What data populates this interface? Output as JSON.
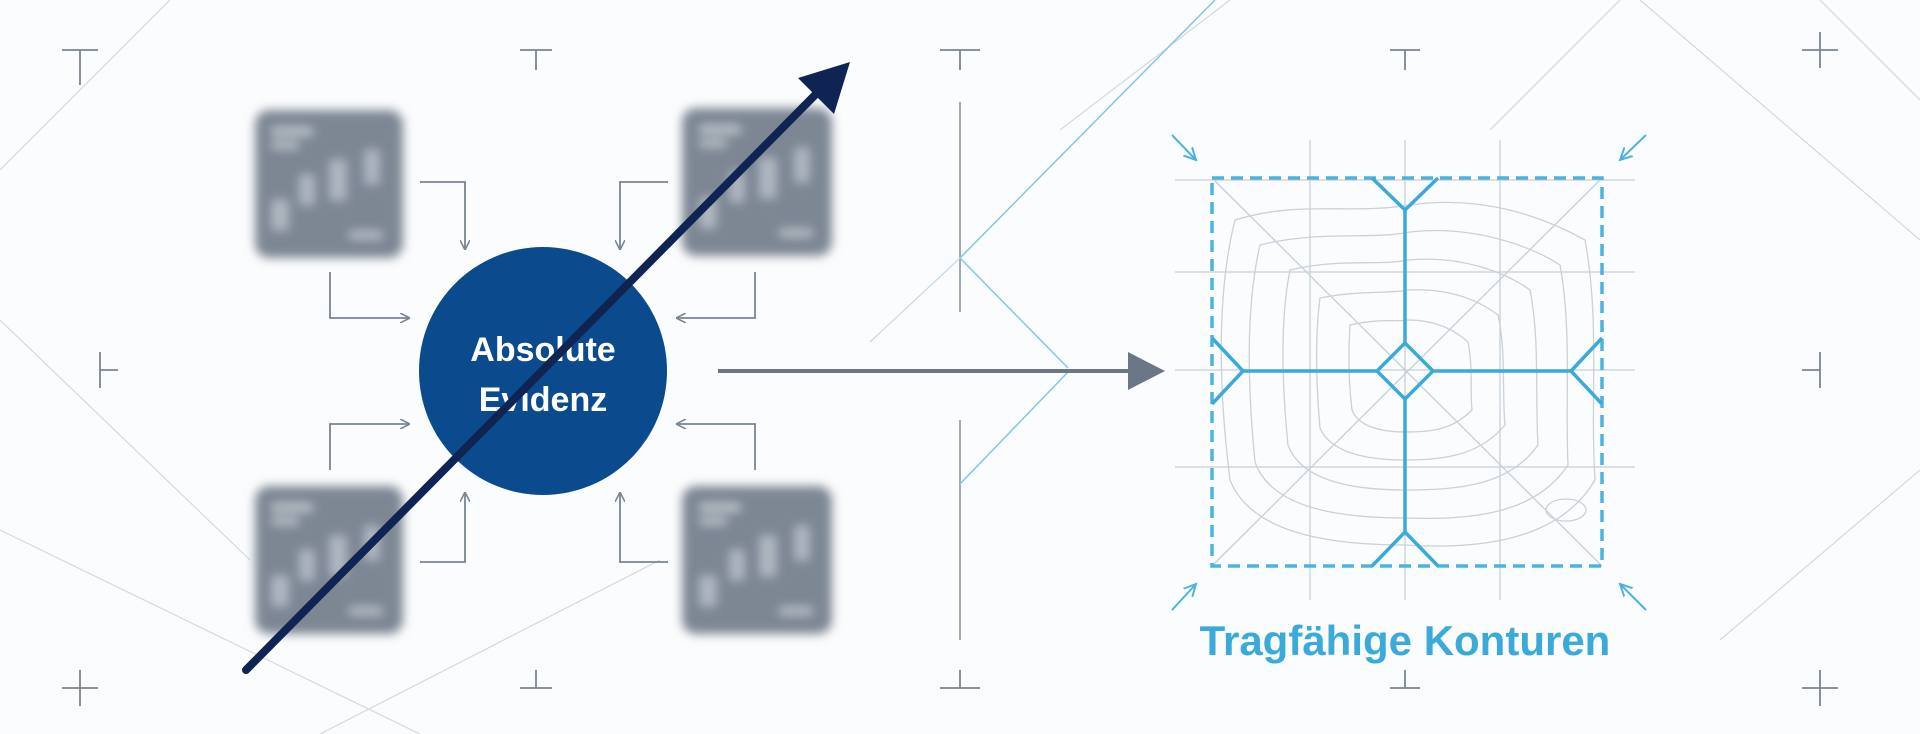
{
  "center_node": {
    "line1": "Absolute",
    "line2": "Evidenz"
  },
  "result_label": "Tragfähige Konturen",
  "colors": {
    "circle": "#0c4a8e",
    "arrow_dark": "#0f2452",
    "arrow_gray": "#6b7686",
    "accent": "#3aaad8",
    "card": "#7d8794",
    "guide": "#b9c2cc",
    "background": "#fbfcfd"
  },
  "icons": [
    "corner-crosshair-icon",
    "diagonal-arrow-icon",
    "right-arrow-icon",
    "inward-arrow-icon"
  ]
}
